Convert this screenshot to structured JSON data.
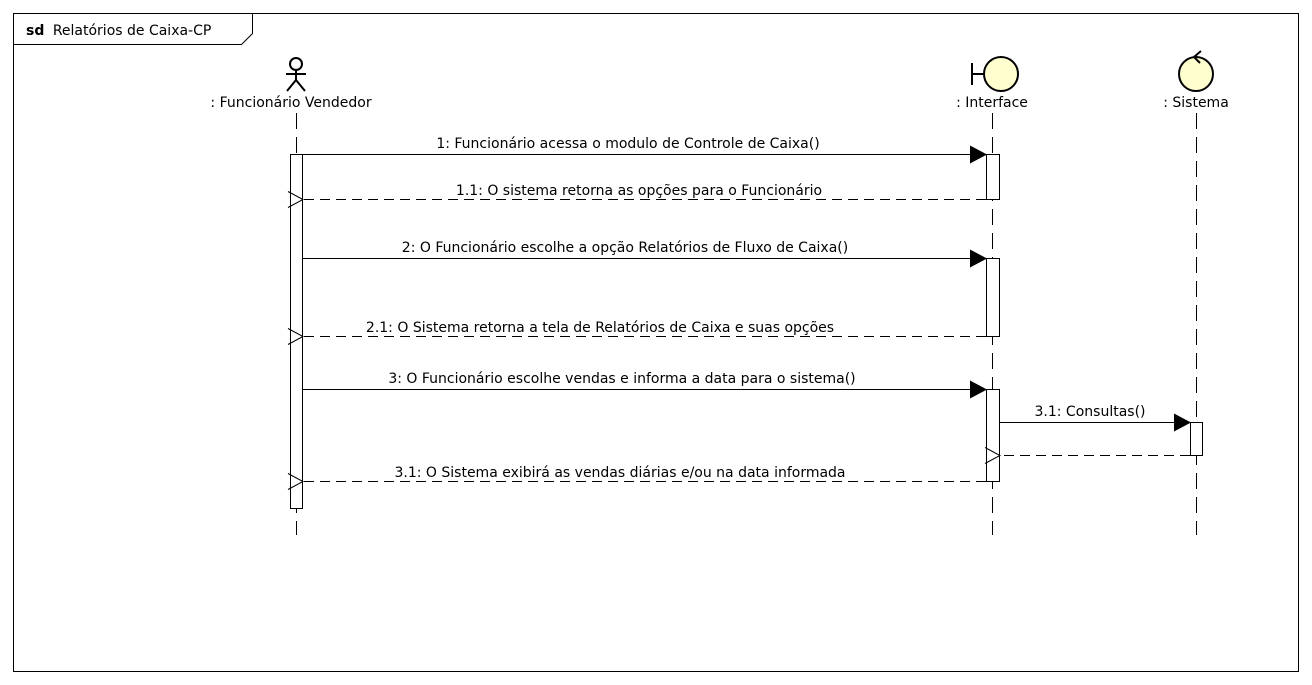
{
  "frame": {
    "keyword": "sd",
    "name": "Relatórios de Caixa-CP"
  },
  "lifelines": {
    "actor": {
      "label": ": Funcionário Vendedor",
      "icon": "actor-icon"
    },
    "interface": {
      "label": ": Interface",
      "icon": "boundary-icon"
    },
    "sistema": {
      "label": ": Sistema",
      "icon": "control-icon"
    }
  },
  "messages": [
    {
      "id": "m1",
      "label": "1: Funcionário acessa o modulo de Controle de Caixa()",
      "kind": "sync"
    },
    {
      "id": "m1_1",
      "label": "1.1: O sistema retorna as opções para o Funcionário",
      "kind": "reply"
    },
    {
      "id": "m2",
      "label": "2: O Funcionário escolhe a opção Relatórios de Fluxo de Caixa()",
      "kind": "sync"
    },
    {
      "id": "m2_1",
      "label": "2.1: O Sistema retorna a tela de Relatórios de Caixa e suas opções",
      "kind": "reply"
    },
    {
      "id": "m3",
      "label": "3: O Funcionário escolhe vendas e informa a data para o sistema()",
      "kind": "sync"
    },
    {
      "id": "m3_1a",
      "label": "3.1: Consultas()",
      "kind": "sync"
    },
    {
      "id": "m3_1b",
      "label": "",
      "kind": "reply"
    },
    {
      "id": "m3_1c",
      "label": "3.1: O Sistema exibirá as vendas diárias e/ou na data informada",
      "kind": "reply"
    }
  ],
  "colors": {
    "line": "#000000",
    "icon_fill": "#fefece",
    "activation_fill": "#ffffff"
  }
}
